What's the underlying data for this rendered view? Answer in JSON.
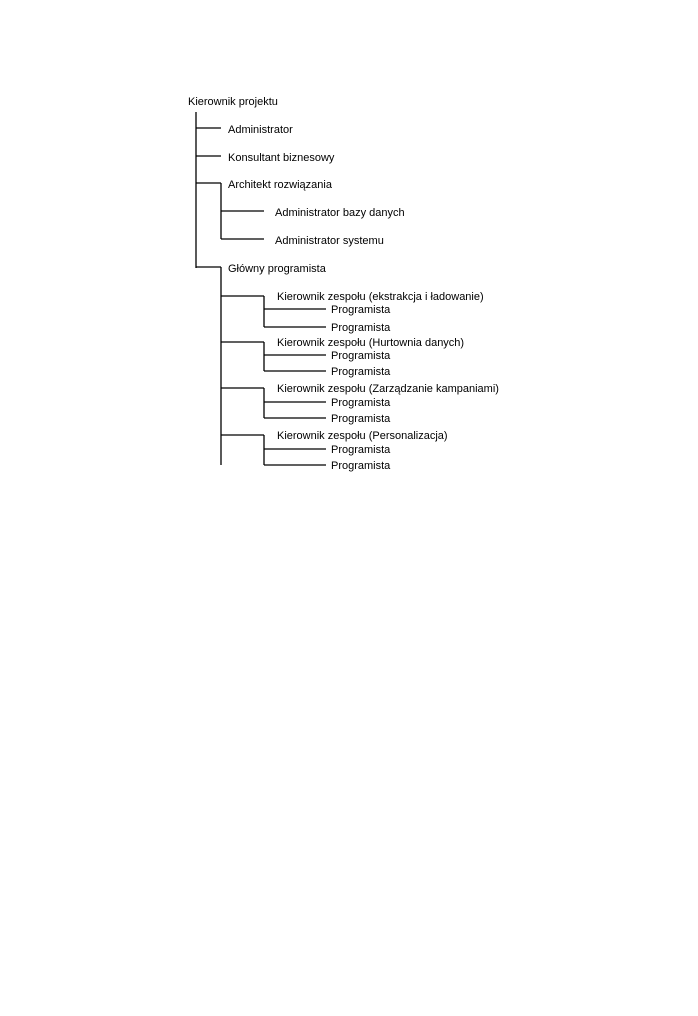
{
  "tree": {
    "label": "Kierownik projektu",
    "children": [
      {
        "label": "Administrator"
      },
      {
        "label": "Konsultant biznesowy"
      },
      {
        "label": "Architekt rozwiązania",
        "children": [
          {
            "label": "Administrator bazy danych"
          },
          {
            "label": "Administrator systemu"
          }
        ]
      },
      {
        "label": "Główny programista",
        "children": [
          {
            "label": "Kierownik zespołu (ekstrakcja i ładowanie)",
            "children": [
              {
                "label": "Programista"
              },
              {
                "label": "Programista"
              }
            ]
          },
          {
            "label": "Kierownik zespołu (Hurtownia danych)",
            "children": [
              {
                "label": "Programista"
              },
              {
                "label": "Programista"
              }
            ]
          },
          {
            "label": "Kierownik zespołu (Zarządzanie kampaniami)",
            "children": [
              {
                "label": "Programista"
              },
              {
                "label": "Programista"
              }
            ]
          },
          {
            "label": "Kierownik zespołu (Personalizacja)",
            "children": [
              {
                "label": "Programista"
              },
              {
                "label": "Programista"
              }
            ]
          }
        ]
      }
    ]
  }
}
